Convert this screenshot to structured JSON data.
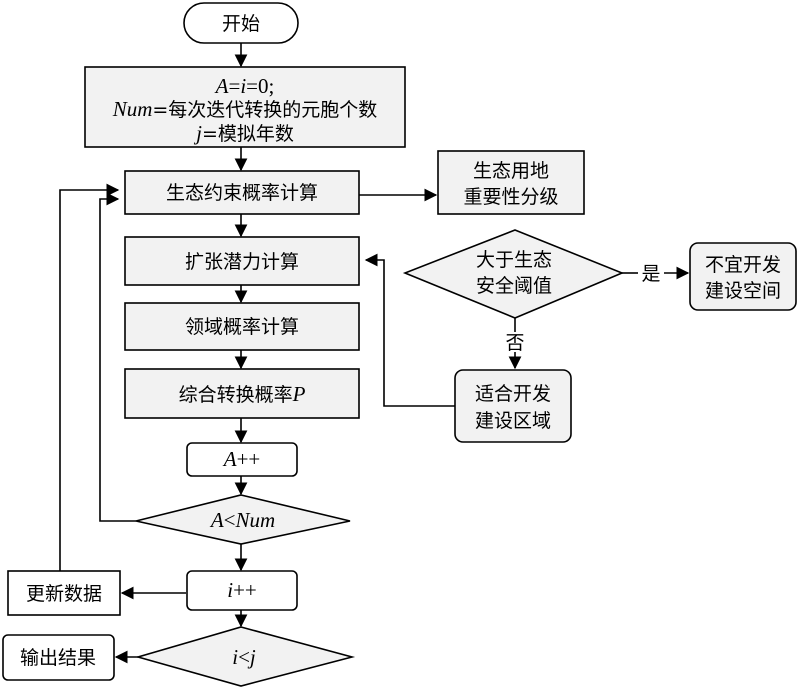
{
  "start": "开始",
  "init": {
    "line1_var1": "A",
    "line1_eq1": "=",
    "line1_var2": "i",
    "line1_rest": "=0;",
    "line2_var": "Num",
    "line2_rest": "=每次迭代转换的元胞个数",
    "line3_var": "j",
    "line3_rest": "=模拟年数"
  },
  "eco_constraint": "生态约束概率计算",
  "eco_land": {
    "line1": "生态用地",
    "line2": "重要性分级"
  },
  "expansion": "扩张潜力计算",
  "neighborhood": "领域概率计算",
  "combined": {
    "text": "综合转换概率",
    "var": "P"
  },
  "a_increment": {
    "var": "A",
    "op": "++"
  },
  "a_condition": {
    "var1": "A",
    "op": "<",
    "var2": "Num"
  },
  "threshold": {
    "line1": "大于生态",
    "line2": "安全阈值"
  },
  "yes_label": "是",
  "no_label": "否",
  "not_suitable": {
    "line1": "不宜开发",
    "line2": "建设空间"
  },
  "suitable": {
    "line1": "适合开发",
    "line2": "建设区域"
  },
  "i_increment": {
    "var": "i",
    "op": "++"
  },
  "update_data": "更新数据",
  "i_condition": {
    "var1": "i",
    "op": "<",
    "var2": "j"
  },
  "output": "输出结果"
}
